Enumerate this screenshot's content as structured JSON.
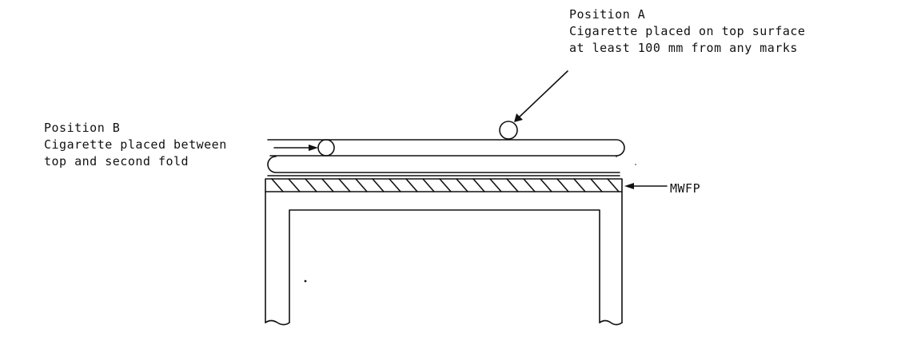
{
  "position_a": {
    "title": "Position A",
    "line1": "Cigarette placed on top surface",
    "line2": "at least 100 mm from any marks"
  },
  "position_b": {
    "title": "Position B",
    "line1": "Cigarette placed between",
    "line2": "top and second fold"
  },
  "mwfp_label": "MWFP",
  "colors": {
    "ink": "#111111",
    "background": "#ffffff"
  }
}
